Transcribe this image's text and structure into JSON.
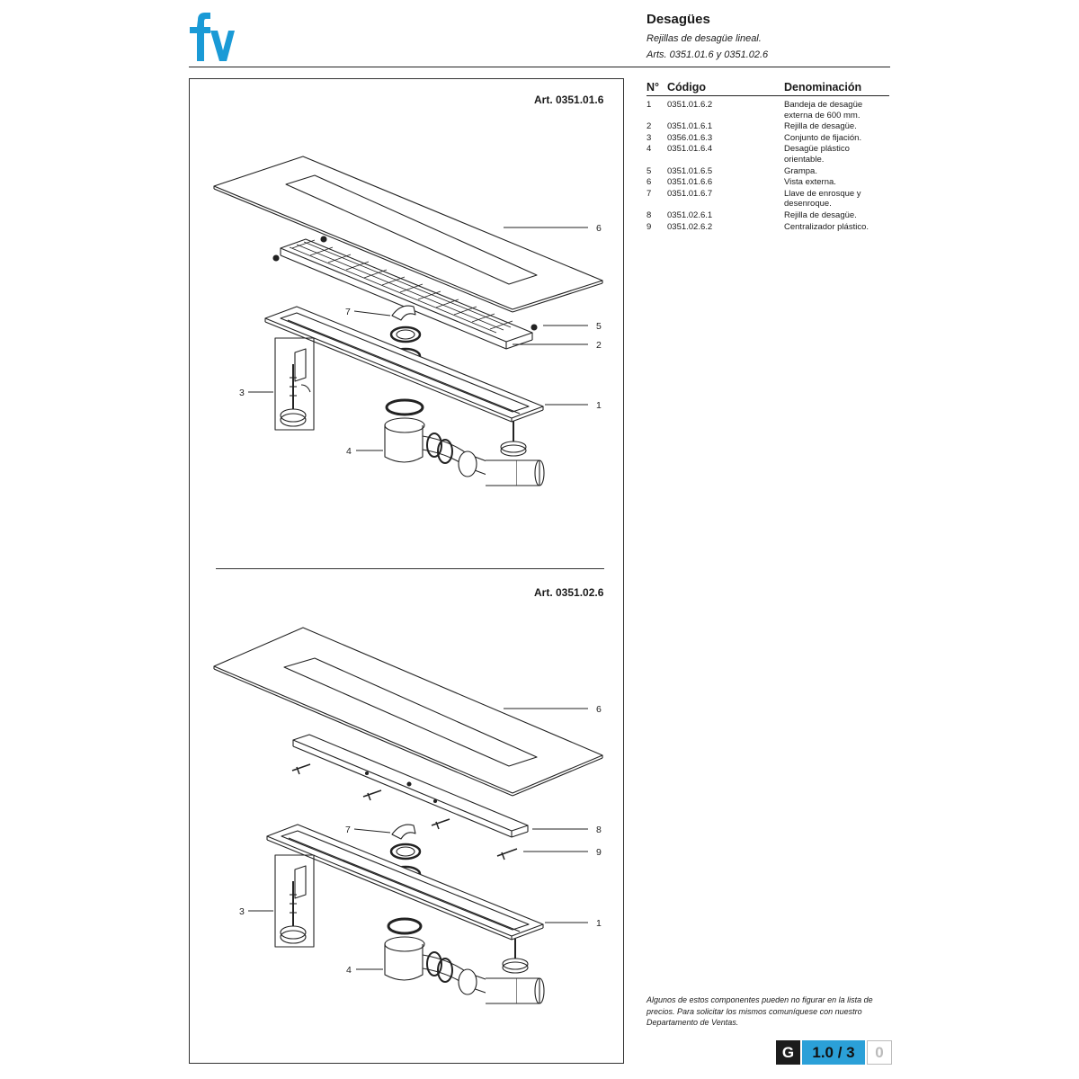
{
  "header": {
    "title": "Desagües",
    "subtitle": "Rejillas de desagüe lineal.",
    "articles": "Arts. 0351.01.6 y 0351.02.6"
  },
  "logo": {
    "icon": "fv-logo",
    "color": "#1a9ad6"
  },
  "diagrams": {
    "top_label": "Art. 0351.01.6",
    "bottom_label": "Art. 0351.02.6",
    "top_callouts": [
      "6",
      "7",
      "5",
      "2",
      "3",
      "1",
      "4"
    ],
    "bottom_callouts": [
      "6",
      "7",
      "8",
      "9",
      "3",
      "1",
      "4"
    ]
  },
  "table": {
    "headers": {
      "num": "N°",
      "code": "Código",
      "name": "Denominación"
    },
    "rows": [
      {
        "num": "1",
        "code": "0351.01.6.2",
        "name": [
          "Bandeja de desagüe",
          "externa de 600 mm."
        ]
      },
      {
        "num": "2",
        "code": "0351.01.6.1",
        "name": [
          "Rejilla de desagüe."
        ]
      },
      {
        "num": "3",
        "code": "0356.01.6.3",
        "name": [
          "Conjunto de fijación."
        ]
      },
      {
        "num": "4",
        "code": "0351.01.6.4",
        "name": [
          "Desagüe plástico",
          "orientable."
        ]
      },
      {
        "num": "5",
        "code": "0351.01.6.5",
        "name": [
          "Grampa."
        ]
      },
      {
        "num": "6",
        "code": "0351.01.6.6",
        "name": [
          "Vista externa."
        ]
      },
      {
        "num": "7",
        "code": "0351.01.6.7",
        "name": [
          "Llave de enrosque y",
          "desenroque."
        ]
      },
      {
        "num": "8",
        "code": "0351.02.6.1",
        "name": [
          "Rejilla de desagüe."
        ]
      },
      {
        "num": "9",
        "code": "0351.02.6.2",
        "name": [
          "Centralizador plástico."
        ]
      }
    ]
  },
  "note": "Algunos de estos componentes pueden no figurar en la lista de precios. Para solicitar los mismos comuníquese con nuestro Departamento de Ventas.",
  "page_code": {
    "section": "G",
    "number": "1.0 / 3",
    "revision": "0",
    "accent": "#2ba0d8"
  }
}
